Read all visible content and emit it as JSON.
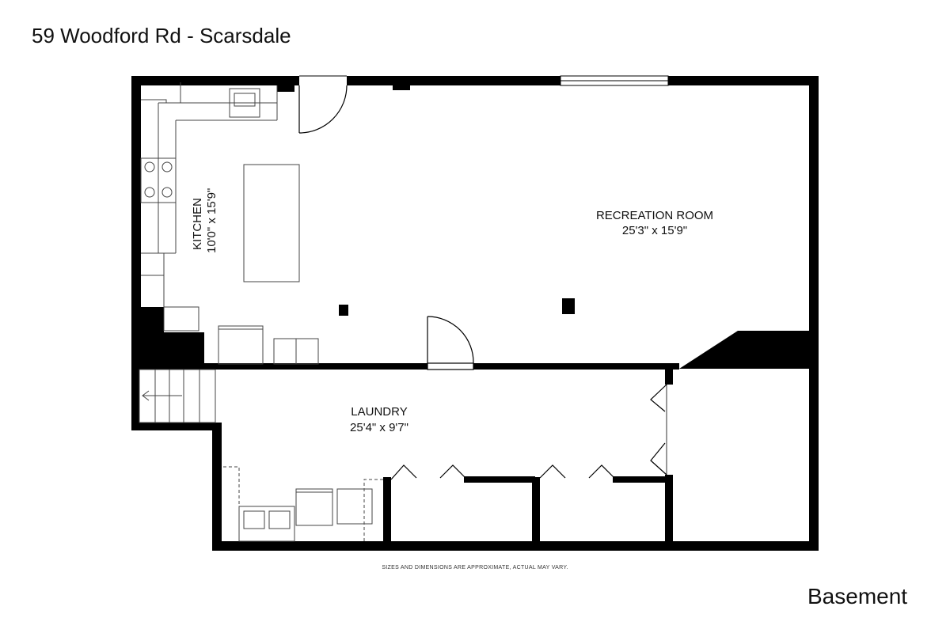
{
  "title": "59 Woodford Rd - Scarsdale",
  "floor_label": "Basement",
  "disclaimer": "SIZES AND DIMENSIONS ARE APPROXIMATE, ACTUAL MAY VARY.",
  "rooms": {
    "kitchen": {
      "name": "KITCHEN",
      "size": "10'0\" x 15'9\""
    },
    "recreation": {
      "name": "RECREATION ROOM",
      "size": "25'3\" x 15'9\""
    },
    "laundry": {
      "name": "LAUNDRY",
      "size": "25'4\" x 9'7\""
    }
  },
  "colors": {
    "wall": "#000000",
    "fixture": "#555555",
    "background": "#ffffff"
  }
}
